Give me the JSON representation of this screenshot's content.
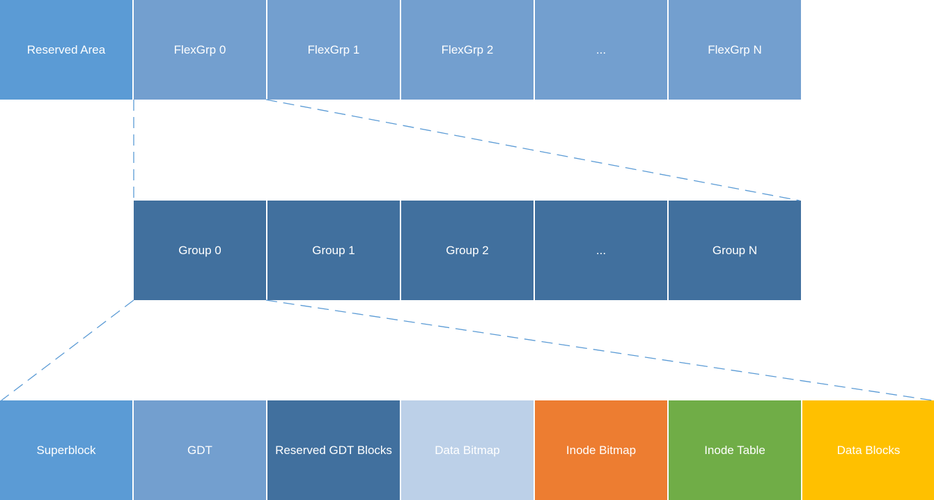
{
  "top_row": {
    "cells": [
      "Reserved Area",
      "FlexGrp 0",
      "FlexGrp 1",
      "FlexGrp 2",
      "...",
      "FlexGrp N"
    ]
  },
  "middle_row": {
    "cells": [
      "Group 0",
      "Group 1",
      "Group 2",
      "...",
      "Group N"
    ]
  },
  "bottom_row": {
    "cells": [
      "Superblock",
      "GDT",
      "Reserved GDT Blocks",
      "Data Bitmap",
      "Inode Bitmap",
      "Inode Table",
      "Data Blocks"
    ]
  },
  "colors": {
    "reserved_area": "#5b9bd5",
    "flexgrp": "#739fcf",
    "group": "#41709e",
    "superblock": "#5b9bd5",
    "gdt": "#739fcf",
    "reserved_gdt": "#41709e",
    "data_bitmap": "#bcd0e8",
    "inode_bitmap": "#ed7d31",
    "inode_table": "#70ad47",
    "data_blocks": "#ffc000",
    "connector": "#5b9bd5"
  }
}
